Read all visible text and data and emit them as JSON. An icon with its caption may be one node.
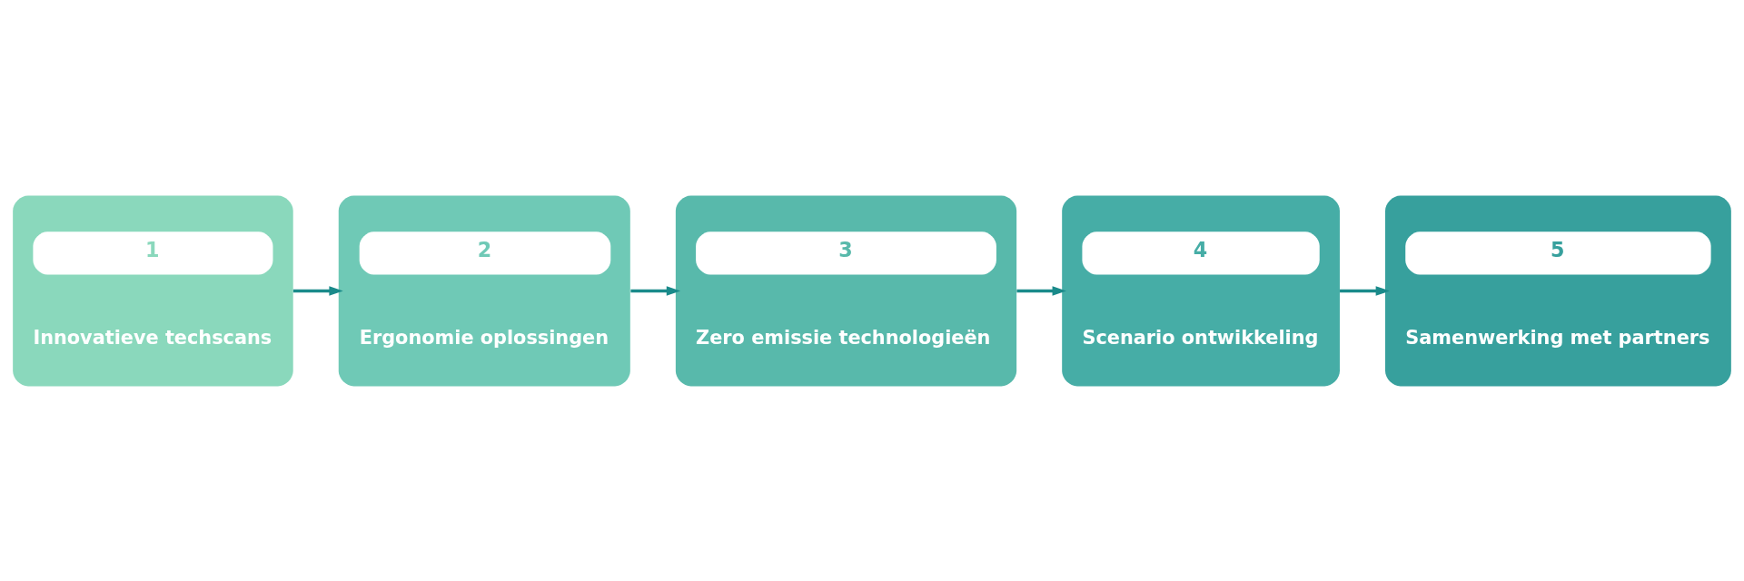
{
  "diagram": {
    "nodes": [
      {
        "text": [
          "1",
          "Innovatieve techscans"
        ]
      },
      {
        "text": [
          "2",
          "Ergonomie oplossingen"
        ]
      },
      {
        "text": [
          "3",
          "Zero emissie technologieën"
        ]
      },
      {
        "text": [
          "4",
          "Scenario ontwikkeling"
        ]
      },
      {
        "text": [
          "5",
          "Samenwerking met partners"
        ]
      }
    ],
    "edges": [
      {
        "from": 0,
        "to": 1,
        "arrow": "to"
      },
      {
        "from": 1,
        "to": 2,
        "arrow": "to"
      },
      {
        "from": 2,
        "to": 3,
        "arrow": "to"
      },
      {
        "from": 3,
        "to": 4,
        "arrow": "to"
      }
    ]
  }
}
